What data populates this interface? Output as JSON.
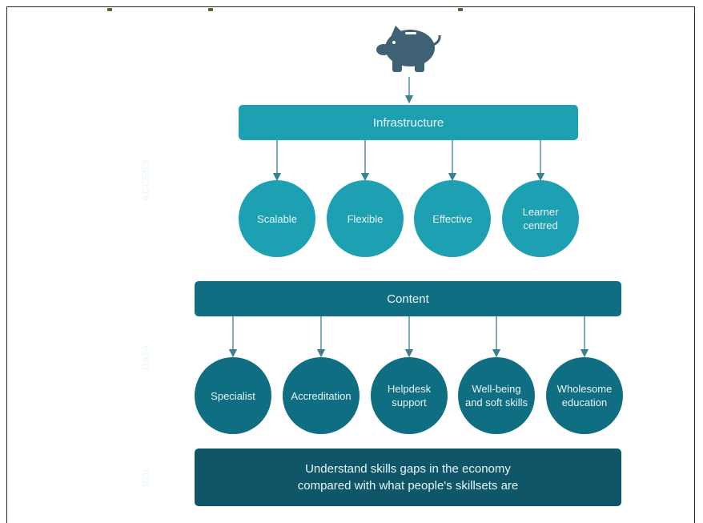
{
  "colors": {
    "access": "#1ea0b3",
    "data": "#106e83",
    "roi": "#0f5669",
    "arrow": "#3a7f93",
    "pig": "#3e6273"
  },
  "icon": {
    "name": "piggy-bank-icon"
  },
  "sections": {
    "access": "ACCESS",
    "data": "DATA",
    "roi": "ROI"
  },
  "infrastructure": {
    "title": "Infrastructure",
    "items": [
      "Scalable",
      "Flexible",
      "Effective",
      "Learner\ncentred"
    ]
  },
  "content": {
    "title": "Content",
    "items": [
      "Specialist",
      "Accreditation",
      "Helpdesk\nsupport",
      "Well-being\nand soft skills",
      "Wholesome\neducation"
    ]
  },
  "roi_text": "Understand skills gaps in the economy\ncompared with what people's skillsets are"
}
